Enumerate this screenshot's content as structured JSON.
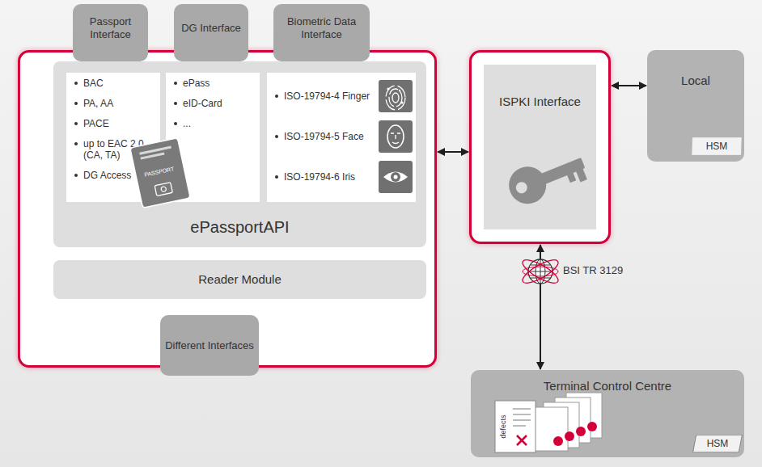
{
  "diagram": {
    "nodes": [
      {
        "text": []
      },
      {
        "text": [
          "Passport Interface"
        ],
        "in": 0
      },
      {
        "text": [
          "DG Interface"
        ],
        "in": 0
      },
      {
        "text": [
          "Biometric Data Interface"
        ],
        "in": 0
      },
      {
        "text": [
          "ePassportAPI"
        ],
        "in": 0
      },
      {
        "text": [
          "BAC",
          "PA, AA",
          "PACE",
          "up to EAC 2.0 (CA, TA)",
          "DG Access"
        ],
        "in": 4
      },
      {
        "text": [
          "ePass",
          "eID-Card",
          "..."
        ],
        "in": 4
      },
      {
        "text": [
          "ISO-19794-4 Finger",
          "ISO-19794-5 Face",
          "ISO-19794-6 Iris"
        ],
        "in": 4
      },
      {
        "text": [
          "Reader Module"
        ],
        "in": 0
      },
      {
        "text": [
          "Different Interfaces"
        ],
        "in": 0
      },
      {
        "text": [
          "ISPKI Interface"
        ]
      },
      {
        "text": [
          "Local"
        ]
      },
      {
        "text": [
          "HSM"
        ],
        "in": 11
      },
      {
        "text": [
          "Terminal Control Centre"
        ]
      },
      {
        "text": [
          "HSM"
        ],
        "in": 13
      }
    ],
    "edges": [
      {
        "from": 0,
        "to": 10,
        "arrow": "both"
      },
      {
        "from": 10,
        "to": 11,
        "arrow": "both"
      },
      {
        "from": 10,
        "to": 13,
        "arrow": "both",
        "label": "BSI TR 3129"
      }
    ],
    "labels": [
      "PASSPORT",
      "defects"
    ]
  }
}
